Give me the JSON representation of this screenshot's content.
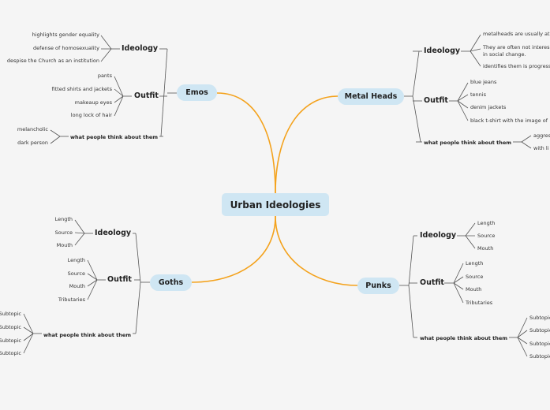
{
  "central": "Urban Ideologies",
  "branches": {
    "emos": {
      "label": "Emos",
      "ideology": {
        "label": "Ideology",
        "items": [
          "highlights gender equality",
          "defense of homosexuality",
          "despise the Church as an institution"
        ]
      },
      "outfit": {
        "label": "Outfit",
        "items": [
          "pants",
          "fitted shirts and jackets",
          "makeaup eyes",
          "long lock of hair"
        ]
      },
      "people": {
        "label": "what people think about them",
        "items": [
          "melancholic",
          "dark person"
        ]
      }
    },
    "metal": {
      "label": "Metal Heads",
      "ideology": {
        "label": "Ideology",
        "items": [
          "metalheads are usually ati",
          "They are often not interes in social change.",
          "identifies them is progress"
        ]
      },
      "outfit": {
        "label": "Outfit",
        "items": [
          "blue jeans",
          "tennis",
          "denim jackets",
          "black t-shirt with the image of"
        ]
      },
      "people": {
        "label": "what people think about them",
        "items": [
          "aggres",
          "with li"
        ]
      }
    },
    "goths": {
      "label": "Goths",
      "ideology": {
        "label": "Ideology",
        "items": [
          "Length",
          "Source",
          "Mouth"
        ]
      },
      "outfit": {
        "label": "Outfit",
        "items": [
          "Length",
          "Source",
          "Mouth",
          "Tributaries"
        ]
      },
      "people": {
        "label": "what people think about them",
        "items": [
          "Subtopic",
          "Subtopic",
          "Subtopic",
          "Subtopic"
        ]
      }
    },
    "punks": {
      "label": "Punks",
      "ideology": {
        "label": "Ideology",
        "items": [
          "Length",
          "Source",
          "Mouth"
        ]
      },
      "outfit": {
        "label": "Outfit",
        "items": [
          "Length",
          "Source",
          "Mouth",
          "Tributaries"
        ]
      },
      "people": {
        "label": "what people think about them",
        "items": [
          "Subtopic",
          "Subtopic",
          "Subtopic",
          "Subtopic"
        ]
      }
    }
  },
  "colors": {
    "background": "#f5f5f5",
    "connector_main": "#f4a21c",
    "connector_sub": "#555555",
    "node_fill": "#cfe6f3"
  }
}
